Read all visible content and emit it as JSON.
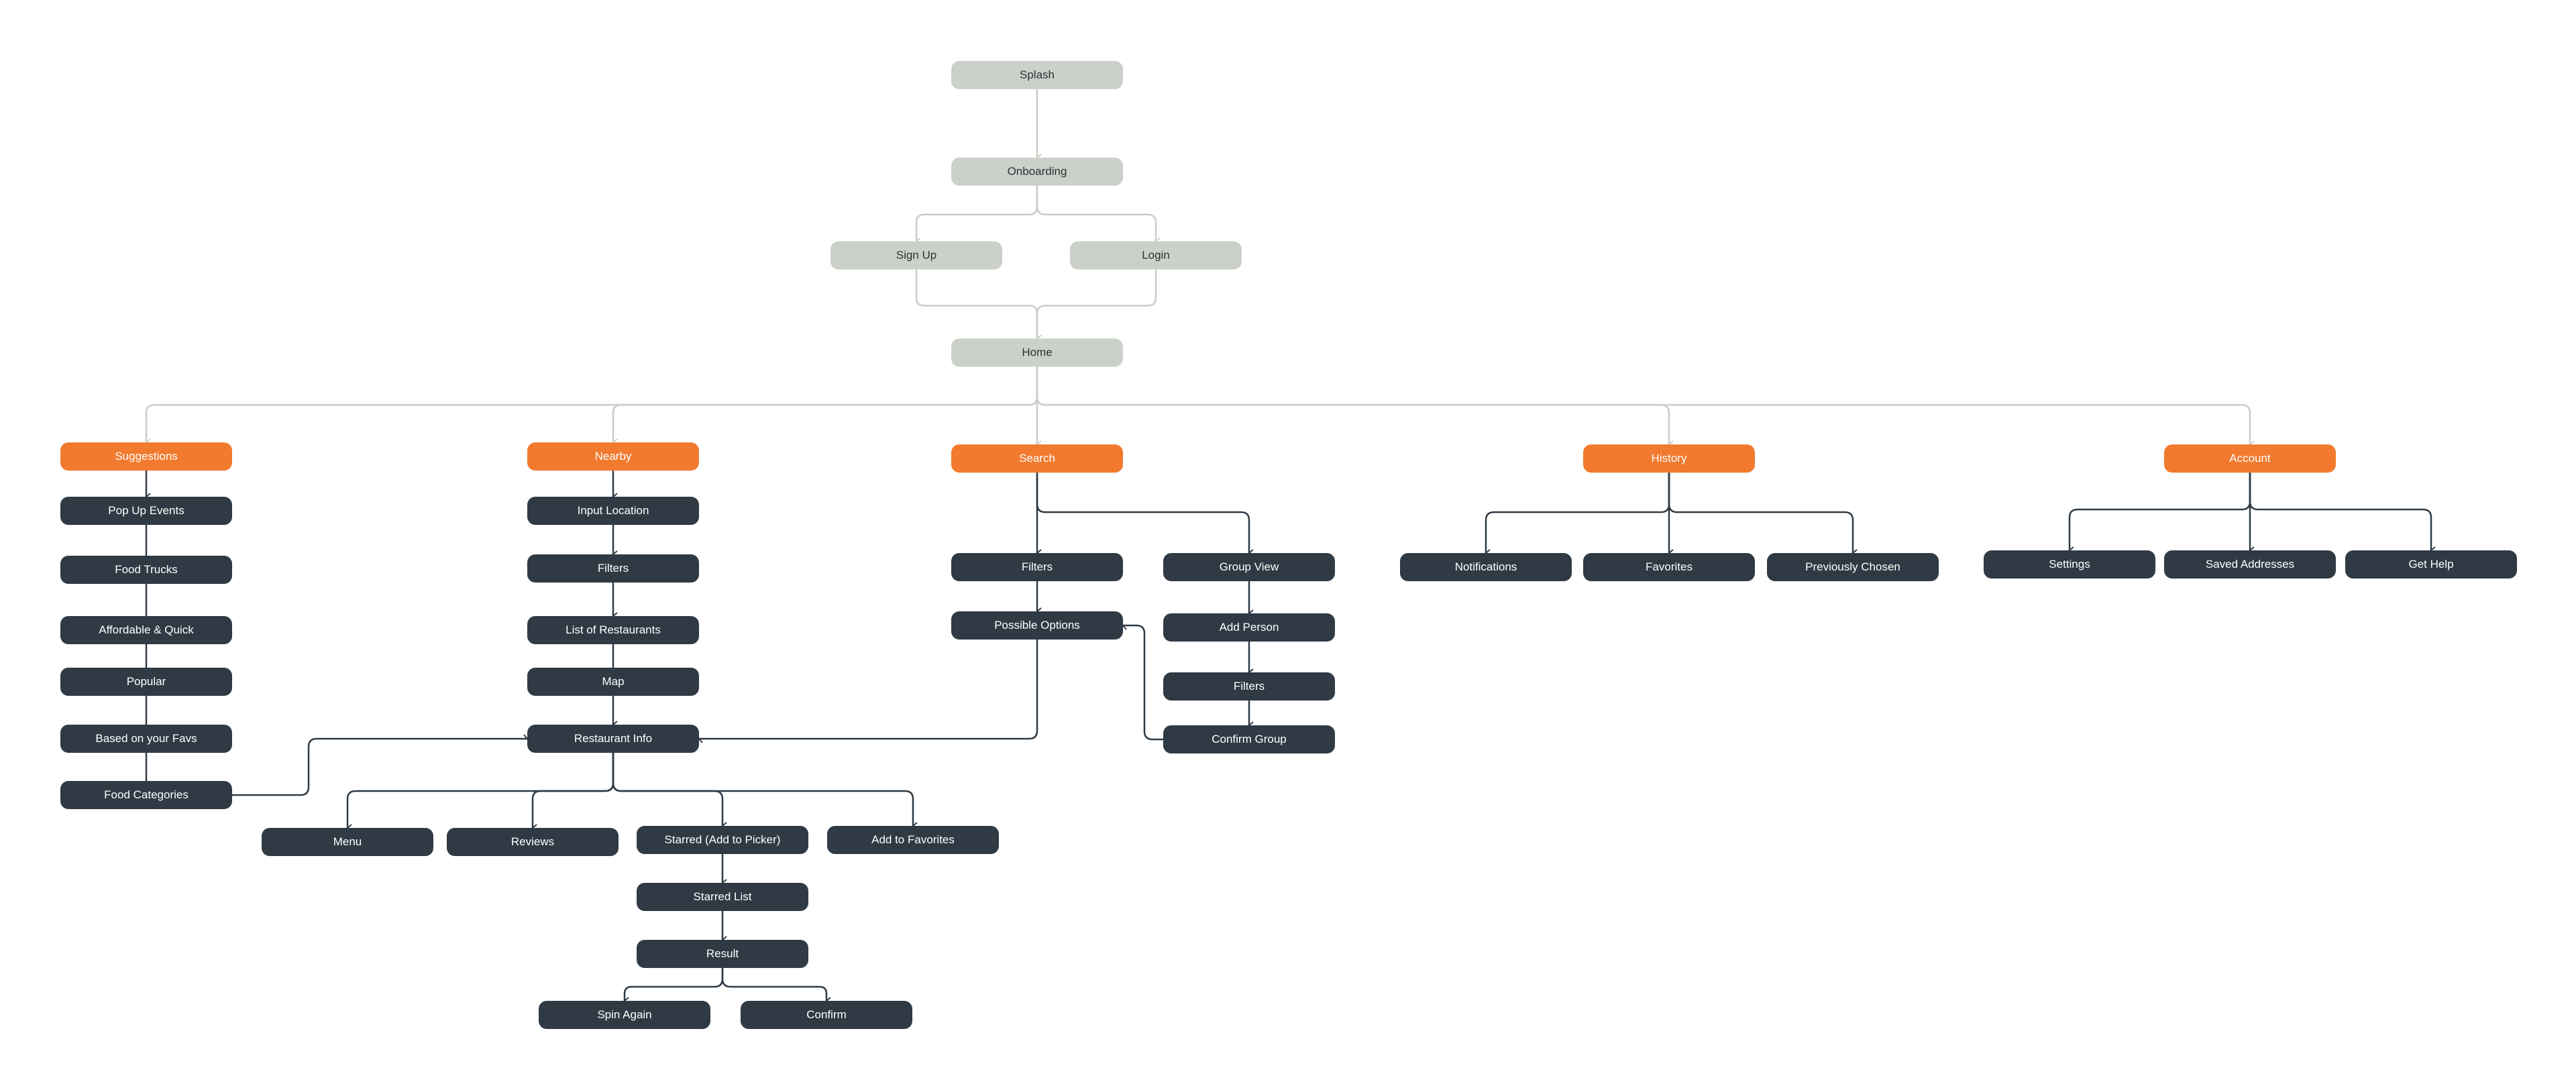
{
  "colors": {
    "light_node": "#cbd1c8",
    "section_node": "#f17a2e",
    "screen_node": "#2f3a44",
    "light_connector": "#c9cdc7",
    "dark_connector": "#2f3a44"
  },
  "nodes": [
    {
      "id": "splash",
      "label": "Splash",
      "style": "light"
    },
    {
      "id": "onboarding",
      "label": "Onboarding",
      "style": "light"
    },
    {
      "id": "signup",
      "label": "Sign Up",
      "style": "light"
    },
    {
      "id": "login",
      "label": "Login",
      "style": "light"
    },
    {
      "id": "home",
      "label": "Home",
      "style": "light"
    },
    {
      "id": "suggestions",
      "label": "Suggestions",
      "style": "orange"
    },
    {
      "id": "nearby",
      "label": "Nearby",
      "style": "orange"
    },
    {
      "id": "search",
      "label": "Search",
      "style": "orange"
    },
    {
      "id": "history",
      "label": "History",
      "style": "orange"
    },
    {
      "id": "account",
      "label": "Account",
      "style": "orange"
    },
    {
      "id": "popup-events",
      "label": "Pop Up Events",
      "style": "dark"
    },
    {
      "id": "food-trucks",
      "label": "Food Trucks",
      "style": "dark"
    },
    {
      "id": "affordable-quick",
      "label": "Affordable & Quick",
      "style": "dark"
    },
    {
      "id": "popular",
      "label": "Popular",
      "style": "dark"
    },
    {
      "id": "based-on-favs",
      "label": "Based on your Favs",
      "style": "dark"
    },
    {
      "id": "food-categories",
      "label": "Food Categories",
      "style": "dark"
    },
    {
      "id": "input-location",
      "label": "Input Location",
      "style": "dark"
    },
    {
      "id": "nearby-filters",
      "label": "Filters",
      "style": "dark"
    },
    {
      "id": "list-restaurants",
      "label": "List of Restaurants",
      "style": "dark"
    },
    {
      "id": "map",
      "label": "Map",
      "style": "dark"
    },
    {
      "id": "restaurant-info",
      "label": "Restaurant Info",
      "style": "dark"
    },
    {
      "id": "menu",
      "label": "Menu",
      "style": "dark"
    },
    {
      "id": "reviews",
      "label": "Reviews",
      "style": "dark"
    },
    {
      "id": "starred-add",
      "label": "Starred (Add to Picker)",
      "style": "dark"
    },
    {
      "id": "add-favorites",
      "label": "Add to Favorites",
      "style": "dark"
    },
    {
      "id": "starred-list",
      "label": "Starred List",
      "style": "dark"
    },
    {
      "id": "result",
      "label": "Result",
      "style": "dark"
    },
    {
      "id": "spin-again",
      "label": "Spin Again",
      "style": "dark"
    },
    {
      "id": "confirm",
      "label": "Confirm",
      "style": "dark"
    },
    {
      "id": "search-filters",
      "label": "Filters",
      "style": "dark"
    },
    {
      "id": "possible-options",
      "label": "Possible Options",
      "style": "dark"
    },
    {
      "id": "group-view",
      "label": "Group View",
      "style": "dark"
    },
    {
      "id": "add-person",
      "label": "Add Person",
      "style": "dark"
    },
    {
      "id": "group-filters",
      "label": "Filters",
      "style": "dark"
    },
    {
      "id": "confirm-group",
      "label": "Confirm Group",
      "style": "dark"
    },
    {
      "id": "notifications",
      "label": "Notifications",
      "style": "dark"
    },
    {
      "id": "favorites",
      "label": "Favorites",
      "style": "dark"
    },
    {
      "id": "previously-chosen",
      "label": "Previously Chosen",
      "style": "dark"
    },
    {
      "id": "settings",
      "label": "Settings",
      "style": "dark"
    },
    {
      "id": "saved-addresses",
      "label": "Saved Addresses",
      "style": "dark"
    },
    {
      "id": "get-help",
      "label": "Get Help",
      "style": "dark"
    }
  ],
  "edges": [
    {
      "from": "splash",
      "to": "onboarding",
      "arrow": true
    },
    {
      "from": "onboarding",
      "to": "signup",
      "arrow": true
    },
    {
      "from": "onboarding",
      "to": "login",
      "arrow": true
    },
    {
      "from": "signup",
      "to": "home",
      "arrow": true
    },
    {
      "from": "login",
      "to": "home",
      "arrow": true
    },
    {
      "from": "home",
      "to": "suggestions",
      "arrow": true
    },
    {
      "from": "home",
      "to": "nearby",
      "arrow": true
    },
    {
      "from": "home",
      "to": "search",
      "arrow": true
    },
    {
      "from": "home",
      "to": "history",
      "arrow": true
    },
    {
      "from": "home",
      "to": "account",
      "arrow": true
    },
    {
      "from": "suggestions",
      "to": "popup-events",
      "arrow": true
    },
    {
      "from": "popup-events",
      "to": "food-trucks",
      "arrow": false
    },
    {
      "from": "food-trucks",
      "to": "affordable-quick",
      "arrow": false
    },
    {
      "from": "affordable-quick",
      "to": "popular",
      "arrow": false
    },
    {
      "from": "popular",
      "to": "based-on-favs",
      "arrow": false
    },
    {
      "from": "based-on-favs",
      "to": "food-categories",
      "arrow": false
    },
    {
      "from": "food-categories",
      "to": "restaurant-info",
      "arrow": true
    },
    {
      "from": "nearby",
      "to": "input-location",
      "arrow": true
    },
    {
      "from": "input-location",
      "to": "nearby-filters",
      "arrow": true
    },
    {
      "from": "nearby-filters",
      "to": "list-restaurants",
      "arrow": true
    },
    {
      "from": "list-restaurants",
      "to": "map",
      "arrow": false
    },
    {
      "from": "map",
      "to": "restaurant-info",
      "arrow": true
    },
    {
      "from": "restaurant-info",
      "to": "menu",
      "arrow": true
    },
    {
      "from": "restaurant-info",
      "to": "reviews",
      "arrow": true
    },
    {
      "from": "restaurant-info",
      "to": "starred-add",
      "arrow": true
    },
    {
      "from": "restaurant-info",
      "to": "add-favorites",
      "arrow": true
    },
    {
      "from": "starred-add",
      "to": "starred-list",
      "arrow": true
    },
    {
      "from": "starred-list",
      "to": "result",
      "arrow": true
    },
    {
      "from": "result",
      "to": "spin-again",
      "arrow": true
    },
    {
      "from": "result",
      "to": "confirm",
      "arrow": true
    },
    {
      "from": "search",
      "to": "search-filters",
      "arrow": true
    },
    {
      "from": "search",
      "to": "group-view",
      "arrow": true
    },
    {
      "from": "search-filters",
      "to": "possible-options",
      "arrow": true
    },
    {
      "from": "possible-options",
      "to": "restaurant-info",
      "arrow": true
    },
    {
      "from": "group-view",
      "to": "add-person",
      "arrow": true
    },
    {
      "from": "add-person",
      "to": "group-filters",
      "arrow": true
    },
    {
      "from": "group-filters",
      "to": "confirm-group",
      "arrow": true
    },
    {
      "from": "confirm-group",
      "to": "possible-options",
      "arrow": true
    },
    {
      "from": "history",
      "to": "notifications",
      "arrow": true
    },
    {
      "from": "history",
      "to": "favorites",
      "arrow": true
    },
    {
      "from": "history",
      "to": "previously-chosen",
      "arrow": true
    },
    {
      "from": "account",
      "to": "settings",
      "arrow": true
    },
    {
      "from": "account",
      "to": "saved-addresses",
      "arrow": true
    },
    {
      "from": "account",
      "to": "get-help",
      "arrow": true
    }
  ]
}
